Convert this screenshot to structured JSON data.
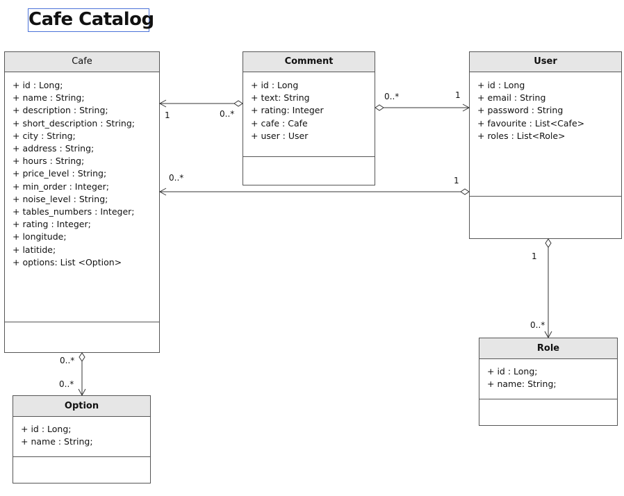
{
  "title": "Cafe Catalog",
  "classes": {
    "cafe": {
      "name": "Cafe",
      "attributes": [
        "+ id : Long;",
        "+ name : String;",
        "+ description : String;",
        "+ short_description : String;",
        "+ city : String;",
        "+ address : String;",
        "+ hours : String;",
        "+ price_level : String;",
        "+ min_order : Integer;",
        "+ noise_level : String;",
        "+ tables_numbers : Integer;",
        "+ rating : Integer;",
        "+ longitude;",
        "+ latitide;",
        "+ options: List <Option>"
      ]
    },
    "comment": {
      "name": "Comment",
      "attributes": [
        "+ id : Long",
        "+ text: String",
        "+ rating: Integer",
        "+ cafe : Cafe",
        "+ user : User"
      ]
    },
    "user": {
      "name": "User",
      "attributes": [
        "+ id : Long",
        "+ email : String",
        "+ password : String",
        "+ favourite : List<Cafe>",
        "+ roles : List<Role>"
      ]
    },
    "option": {
      "name": "Option",
      "attributes": [
        "+ id : Long;",
        "+ name : String;"
      ]
    },
    "role": {
      "name": "Role",
      "attributes": [
        "+ id : Long;",
        "+ name: String;"
      ]
    }
  },
  "associations": {
    "comment_cafe": {
      "cafe_end": "1",
      "comment_end": "0..*"
    },
    "comment_user": {
      "comment_end": "0..*",
      "user_end": "1"
    },
    "user_cafe": {
      "cafe_end": "0..*",
      "user_end": "1"
    },
    "user_role": {
      "user_end": "1",
      "role_end": "0..*"
    },
    "cafe_option": {
      "cafe_end": "0..*",
      "option_end": "0..*"
    }
  }
}
